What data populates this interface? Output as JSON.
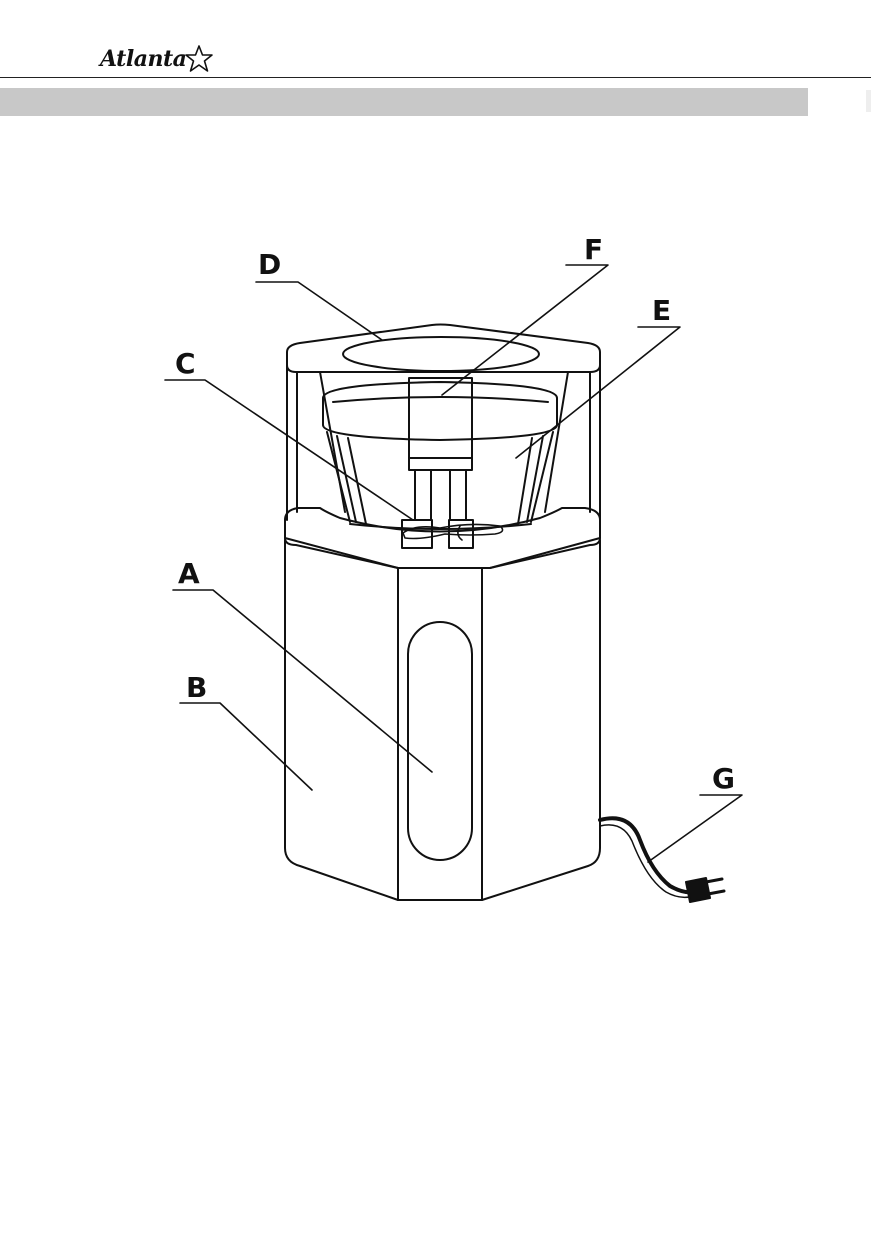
{
  "header": {
    "brand": "Atlanta"
  },
  "diagram": {
    "labels": {
      "a": "A",
      "b": "B",
      "c": "C",
      "d": "D",
      "e": "E",
      "f": "F",
      "g": "G"
    }
  },
  "colors": {
    "band": "#c8c8c8",
    "line": "#111111"
  }
}
